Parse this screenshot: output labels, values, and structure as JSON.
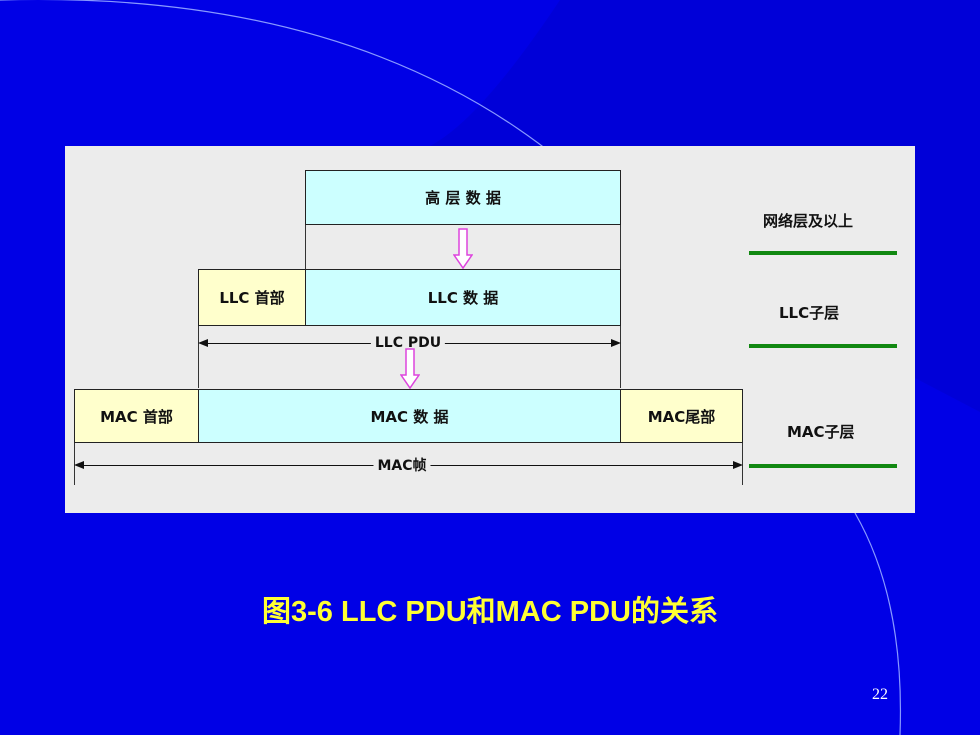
{
  "diagram": {
    "upper_data": "高 层 数 据",
    "llc_header": "LLC 首部",
    "llc_data": "LLC 数 据",
    "llc_pdu": "LLC PDU",
    "mac_header": "MAC 首部",
    "mac_data": "MAC 数 据",
    "mac_trailer": "MAC尾部",
    "mac_frame": "MAC帧",
    "layers": {
      "network": "网络层及以上",
      "llc": "LLC子层",
      "mac": "MAC子层"
    },
    "colors": {
      "data_box": "#ccffff",
      "header_box": "#ffffcc",
      "layer_line": "#118811",
      "arrow": "#ff66ff"
    }
  },
  "caption": "图3-6  LLC PDU和MAC PDU的关系",
  "page_number": "22",
  "colors": {
    "background": "#0000e6",
    "caption": "#ffff33"
  }
}
